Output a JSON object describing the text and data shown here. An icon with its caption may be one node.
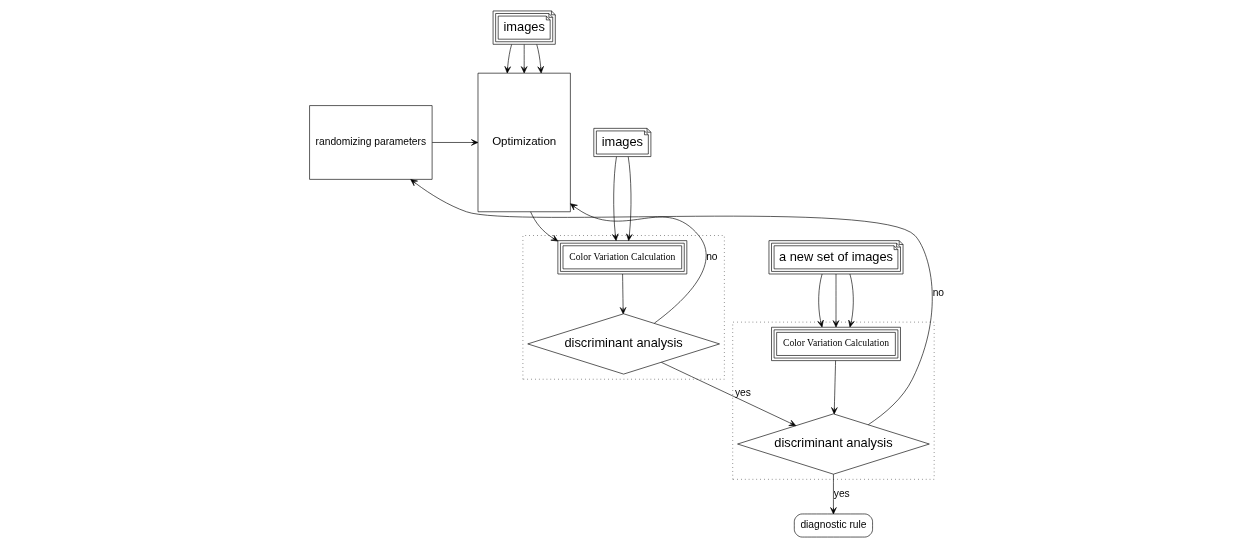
{
  "diagram": {
    "nodes": [
      {
        "text": [
          "images"
        ]
      },
      {
        "text": [
          "images"
        ]
      },
      {
        "text": [
          "a new set of images"
        ]
      },
      {
        "text": [
          "randomizing parameters"
        ]
      },
      {
        "text": [
          "Optimization"
        ]
      },
      {
        "text": [],
        "shape": "box"
      },
      {
        "text": [
          "Color Variation Calculation"
        ],
        "in": 5
      },
      {
        "text": [
          "discriminant analysis"
        ],
        "in": 5
      },
      {
        "text": [],
        "shape": "box"
      },
      {
        "text": [
          "Color Variation Calculation"
        ],
        "in": 8
      },
      {
        "text": [
          "discriminant analysis"
        ],
        "in": 8
      },
      {
        "text": [
          "diagnostic rule"
        ]
      }
    ],
    "edges": [
      {
        "from": 0,
        "to": 4,
        "arrow": "to"
      },
      {
        "from": 0,
        "to": 4,
        "arrow": "to"
      },
      {
        "from": 0,
        "to": 4,
        "arrow": "to"
      },
      {
        "from": 1,
        "to": 6,
        "arrow": "to"
      },
      {
        "from": 1,
        "to": 6,
        "arrow": "to"
      },
      {
        "from": 2,
        "to": 9,
        "arrow": "to"
      },
      {
        "from": 2,
        "to": 9,
        "arrow": "to"
      },
      {
        "from": 2,
        "to": 9,
        "arrow": "to"
      },
      {
        "from": 3,
        "to": 4,
        "arrow": "to"
      },
      {
        "from": 4,
        "to": 6,
        "arrow": "to"
      },
      {
        "from": 6,
        "to": 7,
        "arrow": "to"
      },
      {
        "from": 7,
        "to": 4,
        "arrow": "to",
        "label": "no"
      },
      {
        "from": 7,
        "to": 10,
        "arrow": "to",
        "label": "yes"
      },
      {
        "from": 9,
        "to": 10,
        "arrow": "to"
      },
      {
        "from": 10,
        "to": 11,
        "arrow": "to",
        "label": "yes"
      },
      {
        "from": 10,
        "to": 3,
        "arrow": "to",
        "label": "no"
      }
    ]
  }
}
